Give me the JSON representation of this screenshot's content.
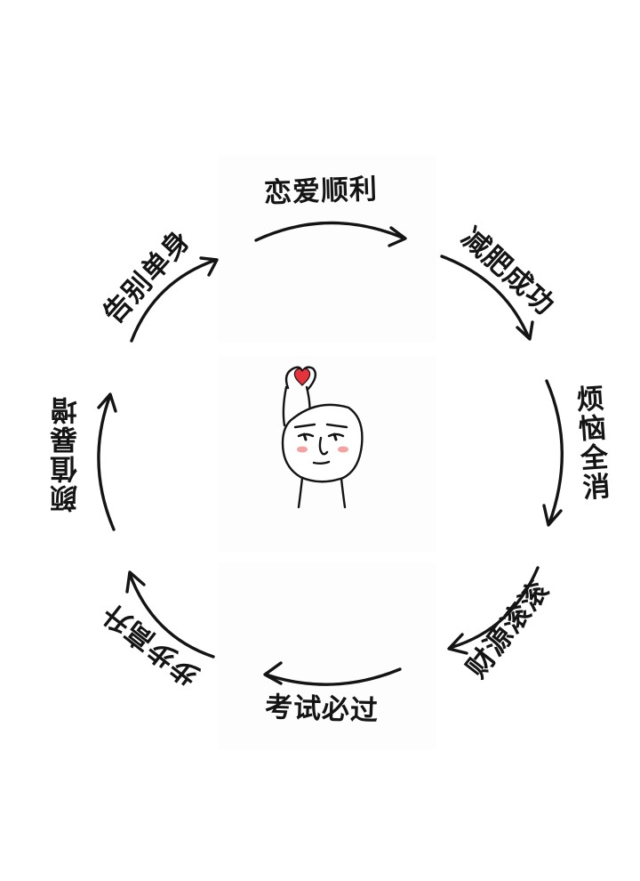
{
  "wishes": {
    "top": "恋爱顺利",
    "top_right": "减肥成功",
    "right": "烦恼全消",
    "bottom_right": "财源滚滚",
    "bottom": "考试必过",
    "bottom_left": "步步高升",
    "left": "颜值暴增",
    "top_left": "告别单身"
  },
  "colors": {
    "ink": "#141414",
    "heart": "#e5333c",
    "blush": "#f4a3a3"
  },
  "icons": {
    "center": "heart-hand-meme-face"
  }
}
